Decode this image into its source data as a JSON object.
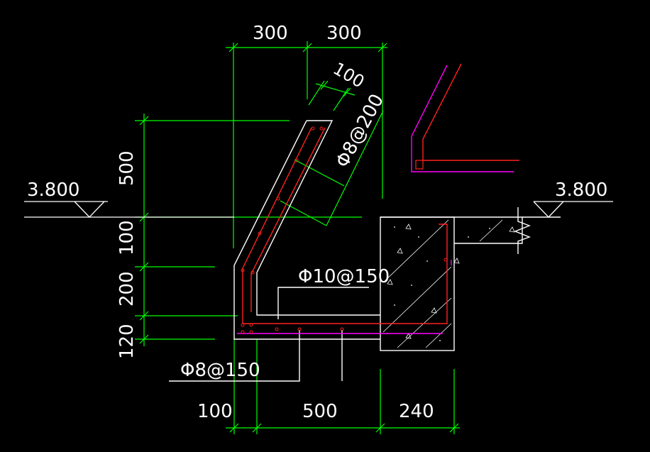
{
  "colors": {
    "background": "#000000",
    "dimension": "#00ff00",
    "outline": "#ffffff",
    "rebar_red": "#ff2020",
    "rebar_magenta": "#ff00ff",
    "text": "#ffffff"
  },
  "labels": {
    "dim_top_left": "300",
    "dim_top_right": "300",
    "dim_thickness": "100",
    "dim_height_500": "500",
    "dim_height_100": "100",
    "dim_height_200": "200",
    "dim_height_120": "120",
    "dim_bottom_100": "100",
    "dim_bottom_500": "500",
    "dim_bottom_240": "240",
    "elevation_left": "3.800",
    "elevation_right": "3.800",
    "rebar_slope": "Φ8@200",
    "rebar_bottom_main": "Φ10@150",
    "rebar_bottom_dist": "Φ8@150"
  }
}
